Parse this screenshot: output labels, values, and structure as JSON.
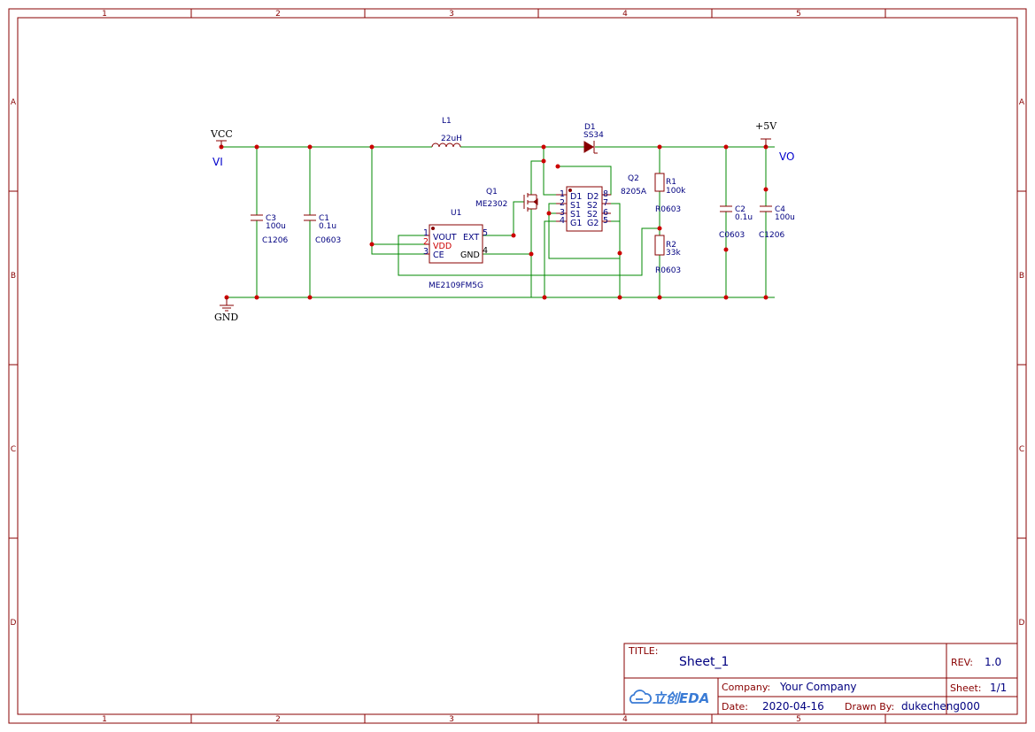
{
  "grid": {
    "columns": [
      "1",
      "2",
      "3",
      "4",
      "5"
    ],
    "rows": [
      "A",
      "B",
      "C",
      "D"
    ]
  },
  "nets": {
    "vcc": "VCC",
    "vi": "VI",
    "gnd": "GND",
    "plus5v": "+5V",
    "vo": "VO"
  },
  "components": {
    "l1": {
      "designator": "L1",
      "value": "22uH"
    },
    "d1": {
      "designator": "D1",
      "value": "SS34"
    },
    "q1": {
      "designator": "Q1",
      "value": "ME2302"
    },
    "q2": {
      "designator": "Q2",
      "value": "8205A",
      "pins_left": [
        "1",
        "2",
        "3",
        "4"
      ],
      "pins_right": [
        "8",
        "7",
        "6",
        "5"
      ],
      "names_left": [
        "D1",
        "S1",
        "S1",
        "G1"
      ],
      "names_right": [
        "D2",
        "S2",
        "S2",
        "G2"
      ]
    },
    "u1": {
      "designator": "U1",
      "footprint": "ME2109FM5G",
      "pins_left": [
        "1",
        "2",
        "3"
      ],
      "names_left": [
        "VOUT",
        "VDD",
        "CE"
      ],
      "pin_ext": "5",
      "name_ext": "EXT",
      "pin_gnd": "4",
      "name_gnd": "GND"
    },
    "c3": {
      "designator": "C3",
      "value": "100u",
      "footprint": "C1206"
    },
    "c1": {
      "designator": "C1",
      "value": "0.1u",
      "footprint": "C0603"
    },
    "r1": {
      "designator": "R1",
      "value": "100k",
      "footprint": "R0603"
    },
    "r2": {
      "designator": "R2",
      "value": "33k",
      "footprint": "R0603"
    },
    "c2": {
      "designator": "C2",
      "value": "0.1u",
      "footprint": "C0603"
    },
    "c4": {
      "designator": "C4",
      "value": "100u",
      "footprint": "C1206"
    }
  },
  "title_block": {
    "title_label": "TITLE:",
    "title": "Sheet_1",
    "rev_label": "REV:",
    "rev": "1.0",
    "company_label": "Company:",
    "company": "Your Company",
    "sheet_label": "Sheet:",
    "sheet": "1/1",
    "date_label": "Date:",
    "date": "2020-04-16",
    "drawn_label": "Drawn By:",
    "drawn_by": "dukecheng000",
    "logo": "立创EDA"
  },
  "colors": {
    "frame": "#880000",
    "wire": "#008800",
    "junction": "#cc0000",
    "text": "#000080"
  }
}
